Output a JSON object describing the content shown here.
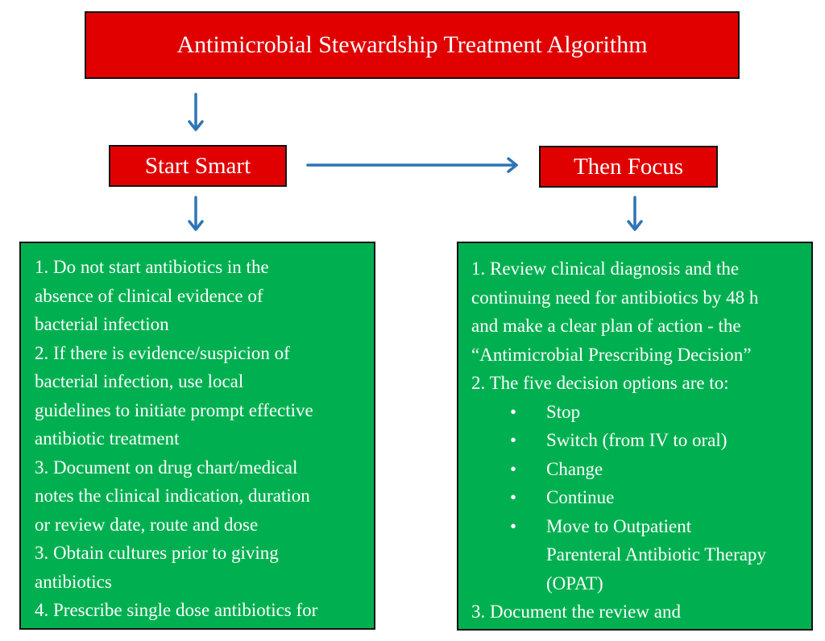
{
  "title": "Antimicrobial Stewardship Treatment Algorithm",
  "start_smart": {
    "label": "Start Smart",
    "lines": [
      "1. Do not start antibiotics in the",
      "absence of clinical evidence of",
      "bacterial infection",
      "2. If there is evidence/suspicion of",
      "bacterial infection, use local",
      "guidelines to initiate prompt effective",
      "antibiotic treatment",
      "3. Document on drug chart/medical",
      "notes the clinical indication, duration",
      "or review date, route and dose",
      "3. Obtain cultures prior to giving",
      "antibiotics",
      "4. Prescribe single dose antibiotics for"
    ]
  },
  "then_focus": {
    "label": "Then Focus",
    "intro_lines": [
      "1. Review clinical diagnosis and the",
      "continuing need for antibiotics by 48 h",
      "and make a clear plan of action - the",
      "“Antimicrobial Prescribing Decision”",
      "2. The five decision options are to:"
    ],
    "bullet_symbol": "•",
    "options": [
      "Stop",
      "Switch (from IV to oral)",
      "Change",
      "Continue",
      "Move to Outpatient"
    ],
    "option_continuation": [
      "Parenteral Antibiotic Therapy",
      "(OPAT)"
    ],
    "outro_lines": [
      "3. Document the review and"
    ]
  },
  "colors": {
    "header_red": "#e00000",
    "panel_green": "#00b050",
    "arrow_blue": "#2e75b6",
    "border": "#111111"
  }
}
